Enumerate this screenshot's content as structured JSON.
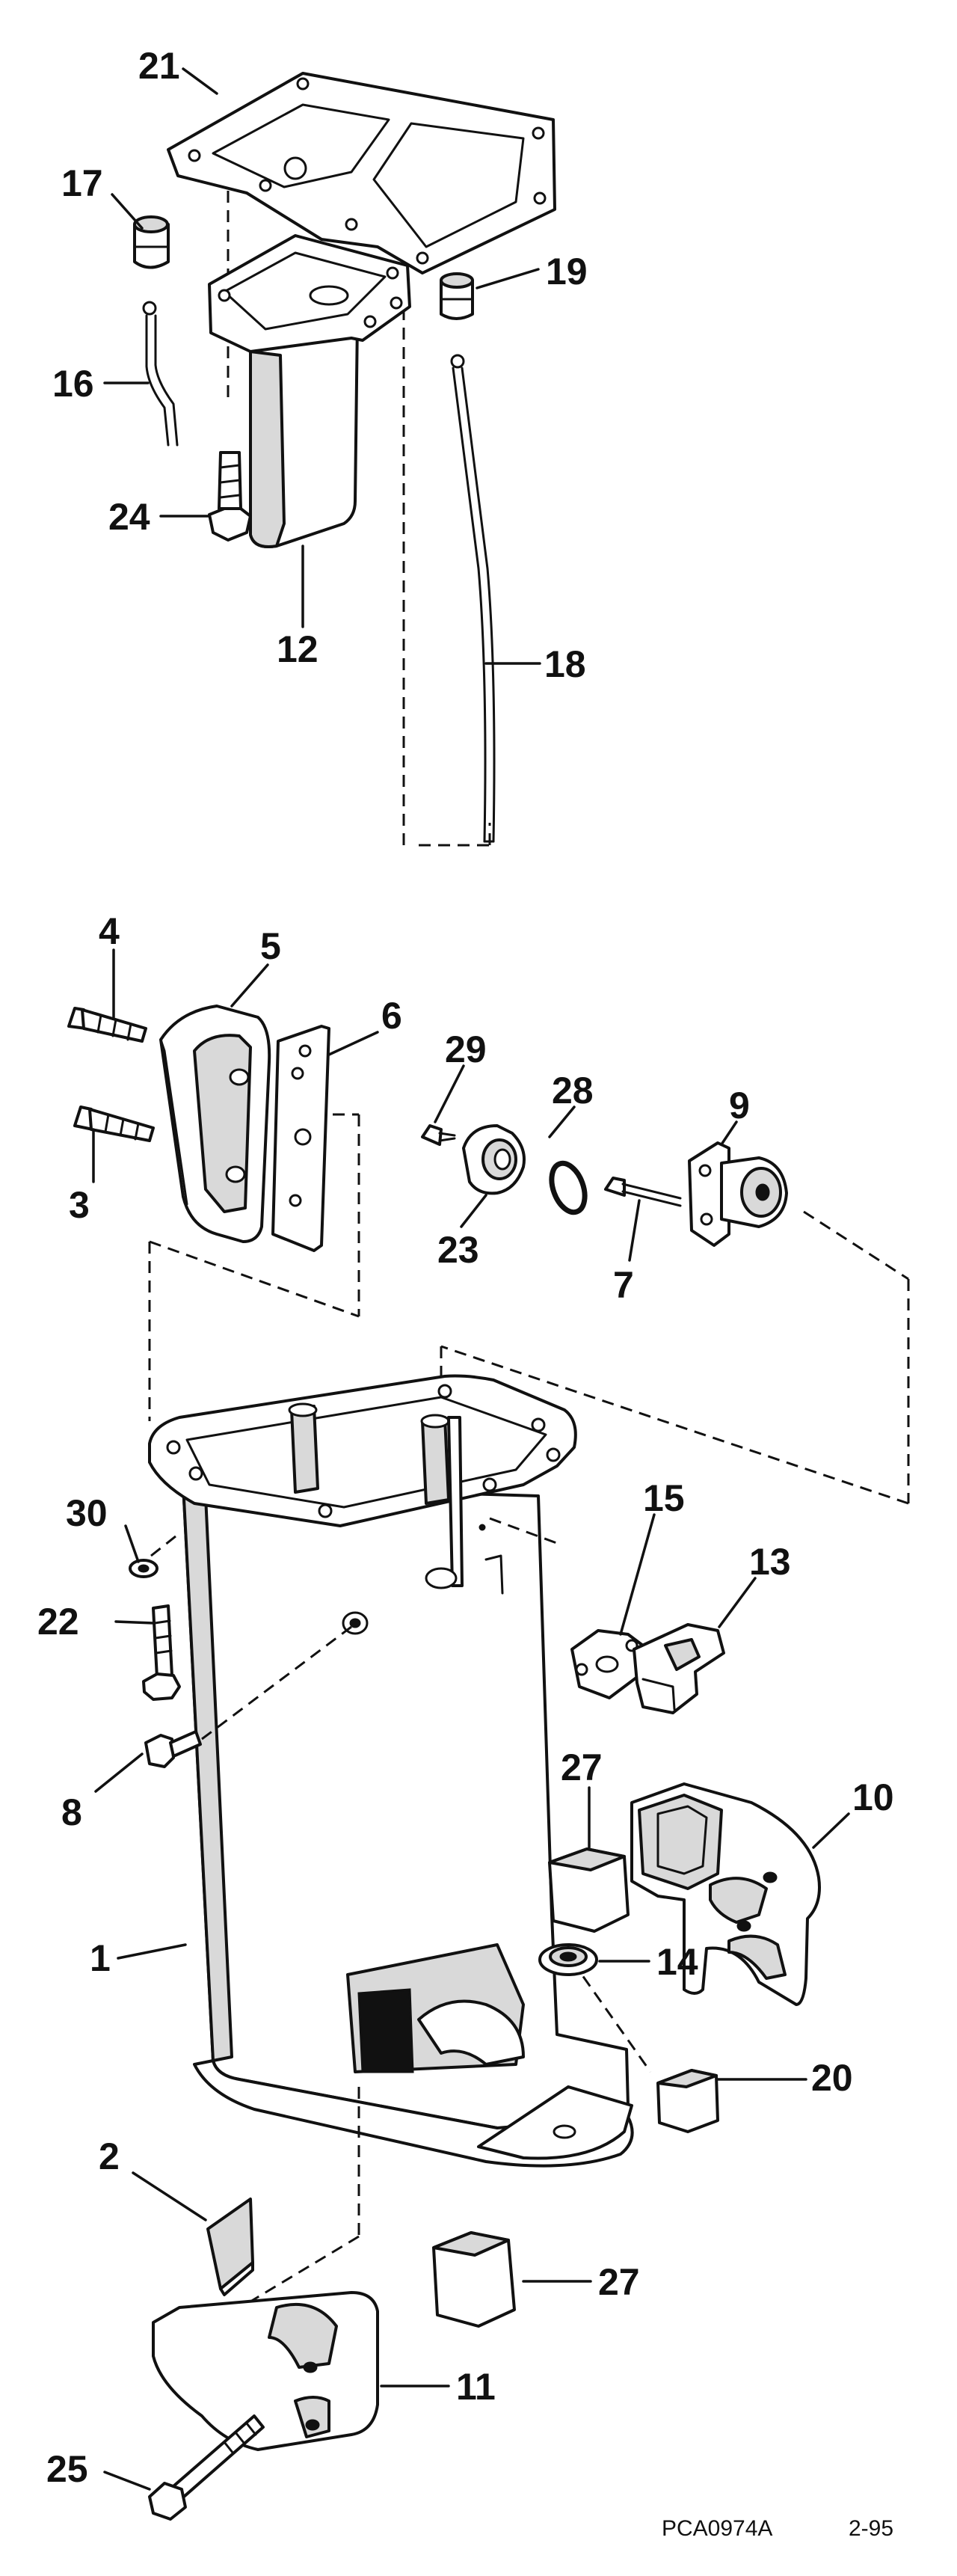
{
  "diagram": {
    "drawing_code": "PCA0974A",
    "date_code": "2-95",
    "callouts": {
      "c1": "1",
      "c2": "2",
      "c3": "3",
      "c4": "4",
      "c5": "5",
      "c6": "6",
      "c7": "7",
      "c8": "8",
      "c9": "9",
      "c10": "10",
      "c11": "11",
      "c12": "12",
      "c13": "13",
      "c14": "14",
      "c15": "15",
      "c16": "16",
      "c17": "17",
      "c18": "18",
      "c19": "19",
      "c20": "20",
      "c21": "21",
      "c22": "22",
      "c23": "23",
      "c24": "24",
      "c25": "25",
      "c27a": "27",
      "c27b": "27",
      "c28": "28",
      "c29": "29",
      "c30": "30"
    }
  }
}
